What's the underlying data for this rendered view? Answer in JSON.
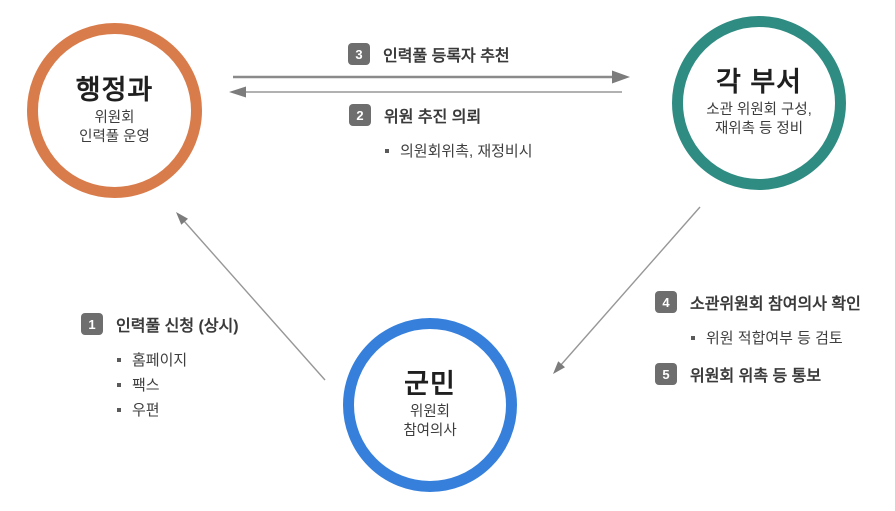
{
  "diagram": {
    "nodes": {
      "admin": {
        "title": "행정과",
        "subtitle_lines": [
          "위원회",
          "인력풀 운영"
        ],
        "color": "#D97C4B"
      },
      "departments": {
        "title": "각 부서",
        "subtitle_lines": [
          "소관 위원회 구성,",
          "재위촉 등 정비"
        ],
        "color": "#2F8C82"
      },
      "citizens": {
        "title": "군민",
        "subtitle_lines": [
          "위원회",
          "참여의사"
        ],
        "color": "#3680DC"
      }
    },
    "steps": {
      "step1": {
        "number": "1",
        "label": "인력풀 신청 (상시)",
        "items": [
          "홈페이지",
          "팩스",
          "우편"
        ]
      },
      "step2": {
        "number": "2",
        "label": "위원 추진 의뢰",
        "items": [
          "의원회위촉, 재정비시"
        ]
      },
      "step3": {
        "number": "3",
        "label": "인력풀 등록자 추천"
      },
      "step4": {
        "number": "4",
        "label": "소관위원회 참여의사 확인",
        "items": [
          "위원 적합여부 등 검토"
        ]
      },
      "step5": {
        "number": "5",
        "label": "위원회 위촉 등 통보"
      }
    },
    "colors": {
      "badge_bg": "#6E6E6E",
      "badge_text": "#FFFFFF",
      "arrow_line": "#979797",
      "arrow_head": "#7C7C7C",
      "node_title_text": "#1F1F1F",
      "node_subtitle_text": "#3D3D3D",
      "step_label_text": "#3A3A3A"
    }
  }
}
